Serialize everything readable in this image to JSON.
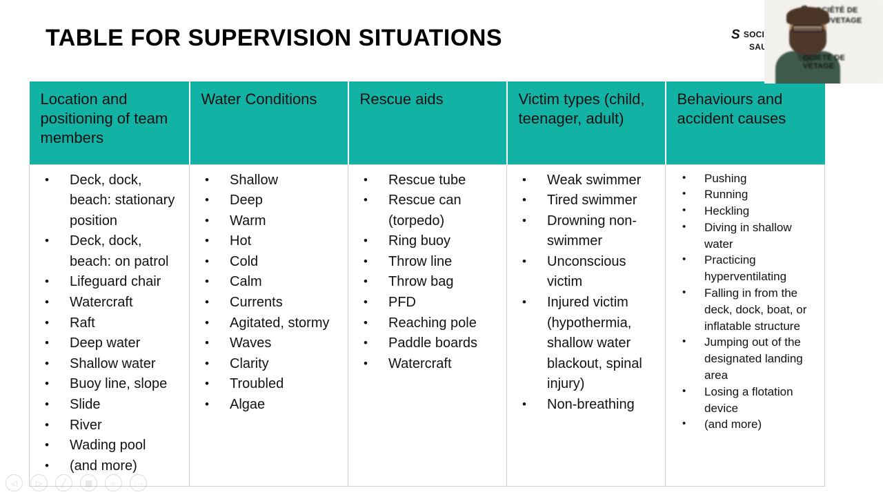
{
  "slide": {
    "title": "TABLE FOR SUPERVISION SITUATIONS",
    "header_color": "#12B2A4",
    "background_color": "#FFFFFF"
  },
  "table": {
    "columns": [
      {
        "header": "Location and positioning of team members",
        "items": [
          "Deck, dock, beach: stationary position",
          "Deck, dock, beach: on patrol",
          "Lifeguard chair",
          "Watercraft",
          "Raft",
          "Deep water",
          "Shallow water",
          "Buoy line, slope",
          "Slide",
          "River",
          "Wading pool",
          "(and more)"
        ]
      },
      {
        "header": "Water Conditions",
        "items": [
          "Shallow",
          "Deep",
          "Warm",
          "Hot",
          "Cold",
          "Calm",
          "Currents",
          "Agitated, stormy",
          "Waves",
          "Clarity",
          "Troubled",
          "Algae"
        ]
      },
      {
        "header": "Rescue aids",
        "items": [
          "Rescue tube",
          "Rescue can (torpedo)",
          "Ring buoy",
          "Throw line",
          "Throw bag",
          "PFD",
          "Reaching pole",
          "Paddle boards",
          "Watercraft"
        ]
      },
      {
        "header": "Victim types (child, teenager, adult)",
        "items": [
          "Weak swimmer",
          "Tired swimmer",
          "Drowning non-swimmer",
          "Unconscious victim",
          "Injured victim (hypothermia, shallow water blackout, spinal injury)",
          "Non-breathing"
        ]
      },
      {
        "header": "Behaviours and accident causes",
        "items": [
          "Pushing",
          "Running",
          "Heckling",
          "Diving in shallow water",
          "Practicing hyperventilating",
          "Falling in from the deck, dock, boat, or inflatable structure",
          "Jumping out of the designated landing area",
          "Losing a flotation device",
          "(and more)"
        ]
      }
    ]
  },
  "video_overlay": {
    "brand_line1": "SOCIÉTÉ DE",
    "brand_line2": "SAUVETAGE",
    "brand_glyph": "S",
    "brand_top_line1": "SOCIÉTÉ DE",
    "brand_top_line2": "SAUVETAGE",
    "brand_bottom_line1": "OCIÉTÉ DE",
    "brand_bottom_line2": "VETAGE"
  },
  "slide_watermark": {
    "glyph": "S",
    "line1": "SOCIÉTÉ D",
    "line2": "SAUVETAG"
  },
  "presenter_toolbar": {
    "buttons": [
      {
        "name": "previous-slide",
        "glyph": "◁"
      },
      {
        "name": "next-slide",
        "glyph": "▷"
      },
      {
        "name": "pen-tool",
        "glyph": "╱"
      },
      {
        "name": "slide-menu",
        "glyph": "▦"
      },
      {
        "name": "zoom-tool",
        "glyph": "⌕"
      },
      {
        "name": "more-options",
        "glyph": "···"
      }
    ]
  }
}
